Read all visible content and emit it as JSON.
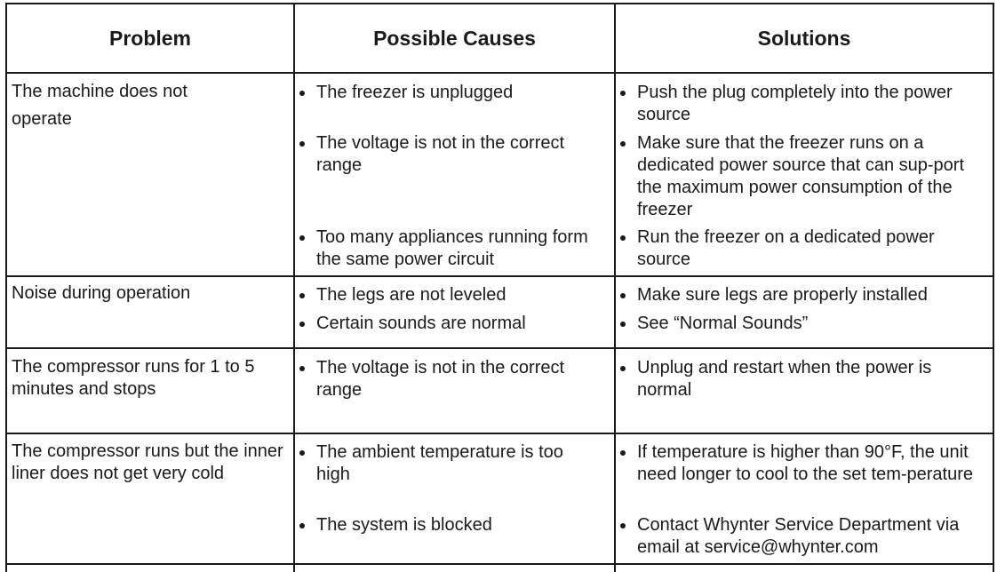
{
  "headers": {
    "problem": "Problem",
    "causes": "Possible Causes",
    "solutions": "Solutions"
  },
  "rows": [
    {
      "problem": "The machine does not operate",
      "causes": [
        "The freezer is unplugged",
        "The voltage is not in the correct range",
        "Too many appliances running form the same power circuit"
      ],
      "solutions": [
        "Push the plug completely into the power source",
        "Make sure that the  freezer runs on a dedicated power source that can sup-port the maximum power consumption of the freezer",
        "Run the freezer on a dedicated power source"
      ]
    },
    {
      "problem": "Noise during operation",
      "causes": [
        "The legs are not leveled",
        "Certain sounds are normal"
      ],
      "solutions": [
        "Make sure legs are properly installed",
        "See “Normal Sounds”"
      ]
    },
    {
      "problem": "The compressor runs for 1 to 5 minutes and stops",
      "causes": [
        "The voltage is not in the correct range"
      ],
      "solutions": [
        "Unplug and restart when the power is normal"
      ]
    },
    {
      "problem": "The compressor runs but the inner liner does not get very cold",
      "causes": [
        "The ambient temperature is too high",
        "The system is blocked"
      ],
      "solutions": [
        "If temperature is higher than 90°F, the unit need longer to cool to the set tem-perature",
        "Contact Whynter Service Department via email at service@whynter.com"
      ]
    }
  ]
}
